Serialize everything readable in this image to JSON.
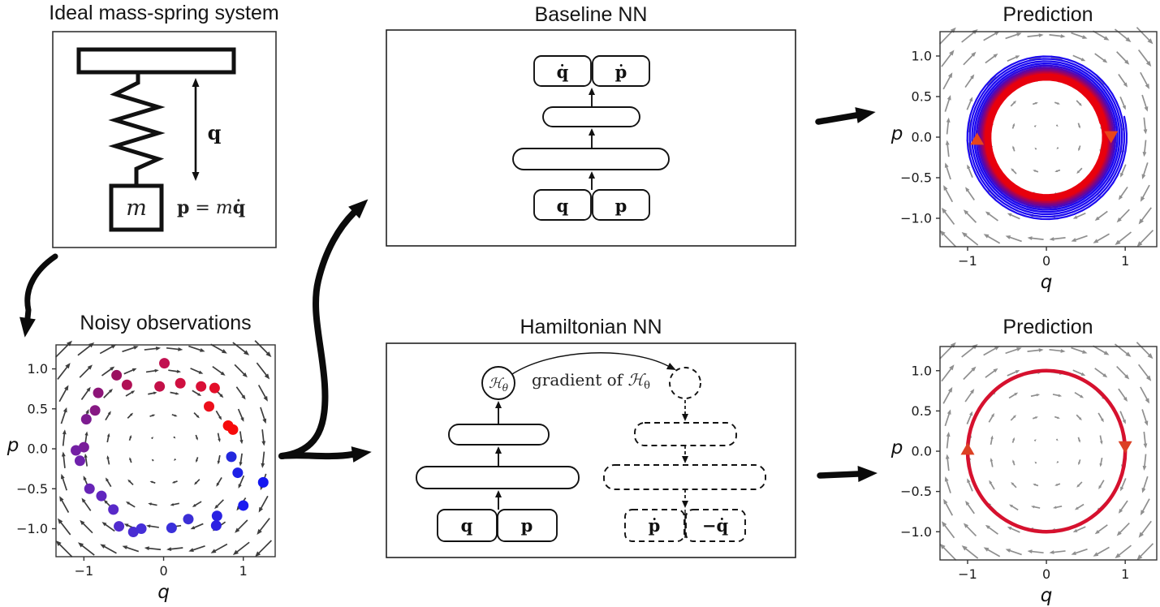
{
  "titles": {
    "mass_spring": "Ideal mass-spring system",
    "noisy": "Noisy observations",
    "baseline_nn": "Baseline NN",
    "hamiltonian_nn": "Hamiltonian NN",
    "prediction_top": "Prediction",
    "prediction_bottom": "Prediction"
  },
  "mass_spring": {
    "mass_label": "m",
    "displacement_label": "q",
    "momentum_equation": [
      {
        "text": "p",
        "style": "bold"
      },
      {
        "text": " = ",
        "style": "plain"
      },
      {
        "text": "m",
        "style": "italic"
      },
      {
        "text": "q̇",
        "style": "bold"
      }
    ]
  },
  "nn_baseline": {
    "input_labels": [
      "q",
      "p"
    ],
    "output_labels": [
      "q̇",
      "ṗ"
    ]
  },
  "nn_hamiltonian": {
    "input_labels": [
      "q",
      "p"
    ],
    "output_labels": [
      "ṗ",
      "−q̇"
    ],
    "latent": {
      "symbol": "ℋ",
      "subscript": "θ"
    },
    "gradient_label": {
      "prefix": "gradient of ",
      "symbol": "ℋ",
      "subscript": "θ"
    }
  },
  "chart_data": [
    {
      "id": "noisy-observations",
      "type": "scatter",
      "title": "Noisy observations",
      "xlabel": "q",
      "ylabel": "p",
      "xlim": [
        -1.35,
        1.4
      ],
      "ylim": [
        -1.35,
        1.3
      ],
      "xticks": [
        -1,
        0,
        1
      ],
      "xtick_labels": [
        "−1",
        "0",
        "1"
      ],
      "yticks": [
        1.0,
        0.5,
        0.0,
        -0.5,
        -1.0
      ],
      "ytick_labels": [
        "1.0",
        "0.5",
        "0.0",
        "−0.5",
        "−1.0"
      ],
      "quiver": {
        "field": "dq/dt = p, dp/dt = −q",
        "grid_min": -1.25,
        "grid_max": 1.25,
        "grid_n": 10,
        "scale": 0.165,
        "color": "#3d3d3d"
      },
      "points": [
        {
          "q": 0.01,
          "p": 1.07,
          "color": "#c11150"
        },
        {
          "q": -0.59,
          "p": 0.92,
          "color": "#9b1060"
        },
        {
          "q": -0.46,
          "p": 0.8,
          "color": "#b01155"
        },
        {
          "q": -0.05,
          "p": 0.78,
          "color": "#c31048"
        },
        {
          "q": 0.21,
          "p": 0.82,
          "color": "#cf1040"
        },
        {
          "q": 0.47,
          "p": 0.78,
          "color": "#d90f36"
        },
        {
          "q": 0.64,
          "p": 0.76,
          "color": "#e30e29"
        },
        {
          "q": -0.82,
          "p": 0.7,
          "color": "#8d1478"
        },
        {
          "q": 0.57,
          "p": 0.53,
          "color": "#ec0f1b"
        },
        {
          "q": -0.86,
          "p": 0.48,
          "color": "#861983"
        },
        {
          "q": -0.97,
          "p": 0.37,
          "color": "#7d1c90"
        },
        {
          "q": 0.81,
          "p": 0.29,
          "color": "#f60b0b"
        },
        {
          "q": 0.87,
          "p": 0.24,
          "color": "#f60b0b"
        },
        {
          "q": -1.0,
          "p": 0.02,
          "color": "#7a1d9a"
        },
        {
          "q": -1.1,
          "p": -0.02,
          "color": "#741fa4"
        },
        {
          "q": -1.05,
          "p": -0.15,
          "color": "#6f21ac"
        },
        {
          "q": 0.85,
          "p": -0.1,
          "color": "#2328dd"
        },
        {
          "q": 0.93,
          "p": -0.3,
          "color": "#1d20e6"
        },
        {
          "q": 1.25,
          "p": -0.42,
          "color": "#1417f0"
        },
        {
          "q": -0.93,
          "p": -0.5,
          "color": "#6724b6"
        },
        {
          "q": -0.78,
          "p": -0.59,
          "color": "#6026bf"
        },
        {
          "q": -0.63,
          "p": -0.76,
          "color": "#5829c8"
        },
        {
          "q": 1.0,
          "p": -0.71,
          "color": "#191af0"
        },
        {
          "q": 0.31,
          "p": -0.88,
          "color": "#3b2ed6"
        },
        {
          "q": 0.67,
          "p": -0.84,
          "color": "#2a22e2"
        },
        {
          "q": 0.66,
          "p": -0.96,
          "color": "#2c20e2"
        },
        {
          "q": -0.56,
          "p": -0.97,
          "color": "#512bce"
        },
        {
          "q": -0.38,
          "p": -1.04,
          "color": "#4a2dd2"
        },
        {
          "q": -0.28,
          "p": -1.0,
          "color": "#452ed8"
        },
        {
          "q": 0.1,
          "p": -0.99,
          "color": "#3a30da"
        }
      ]
    },
    {
      "id": "prediction-baseline",
      "type": "line",
      "title": "Prediction",
      "xlabel": "q",
      "ylabel": "p",
      "xlim": [
        -1.35,
        1.4
      ],
      "ylim": [
        -1.35,
        1.3
      ],
      "xticks": [
        -1,
        0,
        1
      ],
      "xtick_labels": [
        "−1",
        "0",
        "1"
      ],
      "yticks": [
        1.0,
        0.5,
        0.0,
        -0.5,
        -1.0
      ],
      "ytick_labels": [
        "1.0",
        "0.5",
        "0.0",
        "−0.5",
        "−1.0"
      ],
      "quiver": {
        "field": "dq/dt = p, dp/dt = −q",
        "grid_min": -1.25,
        "grid_max": 1.25,
        "grid_n": 10,
        "scale": 0.165,
        "color": "#8f8f8f"
      },
      "spiral": {
        "r_outer": 1.02,
        "r_inner": 0.72,
        "loops": 13,
        "start_angle_rad": 0.25,
        "direction": "clockwise",
        "color_outer": "#1c0af0",
        "color_inner": "#e8000d",
        "width_outer": 2.2,
        "width_inner": 5.0
      },
      "markers": [
        {
          "q": -0.88,
          "p": -0.03,
          "shape": "triangle-up",
          "color": "#e8461b"
        },
        {
          "q": 0.82,
          "p": 0.01,
          "shape": "triangle-down",
          "color": "#e8461b"
        }
      ]
    },
    {
      "id": "prediction-hnn",
      "type": "line",
      "title": "Prediction",
      "xlabel": "q",
      "ylabel": "p",
      "xlim": [
        -1.35,
        1.4
      ],
      "ylim": [
        -1.35,
        1.3
      ],
      "xticks": [
        -1,
        0,
        1
      ],
      "xtick_labels": [
        "−1",
        "0",
        "1"
      ],
      "yticks": [
        1.0,
        0.5,
        0.0,
        -0.5,
        -1.0
      ],
      "ytick_labels": [
        "1.0",
        "0.5",
        "0.0",
        "−0.5",
        "−1.0"
      ],
      "quiver": {
        "field": "dq/dt = p, dp/dt = −q",
        "grid_min": -1.25,
        "grid_max": 1.25,
        "grid_n": 10,
        "scale": 0.165,
        "color": "#8f8f8f"
      },
      "circle": {
        "r": 1.0,
        "color": "#d6112e",
        "width": 4.5
      },
      "markers": [
        {
          "q": -1.0,
          "p": 0.02,
          "shape": "triangle-up",
          "color": "#dc4024"
        },
        {
          "q": 1.0,
          "p": 0.06,
          "shape": "triangle-down",
          "color": "#dc4024"
        }
      ]
    }
  ]
}
